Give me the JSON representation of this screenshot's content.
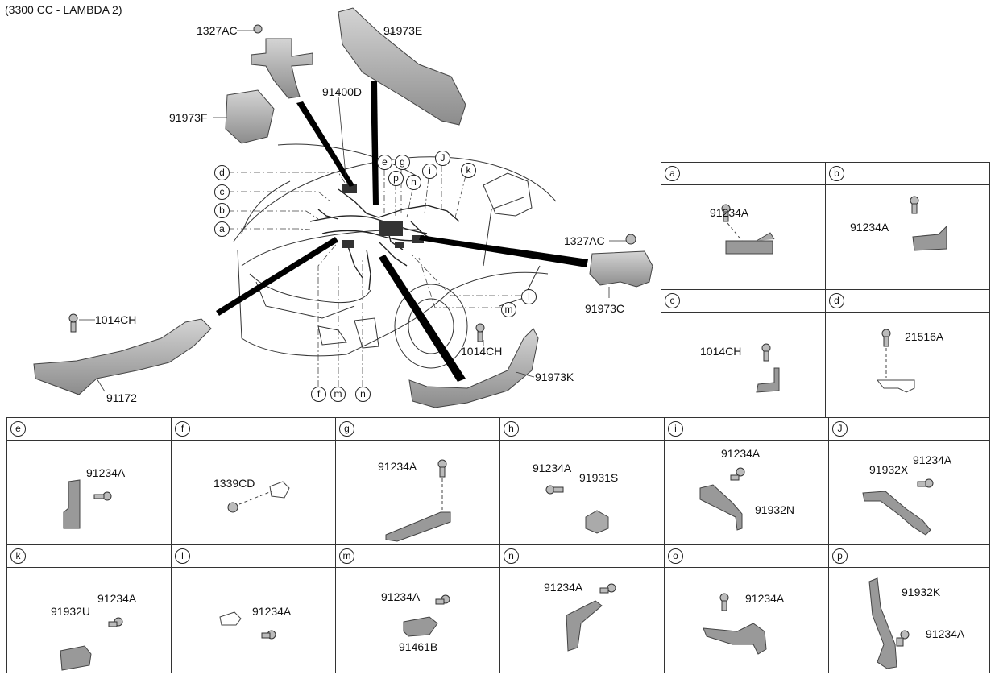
{
  "header": {
    "title": "(3300 CC - LAMBDA 2)"
  },
  "main": {
    "labels": {
      "p1327ac_top": "1327AC",
      "p91973e": "91973E",
      "p91400d": "91400D",
      "p91973f": "91973F",
      "p1327ac_right": "1327AC",
      "p91973c": "91973C",
      "p1014ch_left": "1014CH",
      "p91172": "91172",
      "p1014ch_mid": "1014CH",
      "p91973k": "91973K"
    },
    "callouts": {
      "d": "d",
      "c": "c",
      "b": "b",
      "a": "a",
      "e": "e",
      "g": "g",
      "p": "p",
      "h": "h",
      "i": "i",
      "J": "J",
      "k": "k",
      "l": "l",
      "m": "m",
      "f": "f",
      "m2": "m",
      "n": "n"
    }
  },
  "details": [
    {
      "key": "a",
      "parts": [
        "91234A"
      ]
    },
    {
      "key": "b",
      "parts": [
        "91234A"
      ]
    },
    {
      "key": "c",
      "parts": [
        "1014CH"
      ]
    },
    {
      "key": "d",
      "parts": [
        "21516A"
      ]
    },
    {
      "key": "e",
      "parts": [
        "91234A"
      ]
    },
    {
      "key": "f",
      "parts": [
        "1339CD"
      ]
    },
    {
      "key": "g",
      "parts": [
        "91234A"
      ]
    },
    {
      "key": "h",
      "parts": [
        "91234A",
        "91931S"
      ]
    },
    {
      "key": "i",
      "parts": [
        "91234A",
        "91932N"
      ]
    },
    {
      "key": "J",
      "parts": [
        "91932X",
        "91234A"
      ]
    },
    {
      "key": "k",
      "parts": [
        "91932U",
        "91234A"
      ]
    },
    {
      "key": "l",
      "parts": [
        "91234A"
      ]
    },
    {
      "key": "m",
      "parts": [
        "91234A",
        "91461B"
      ]
    },
    {
      "key": "n",
      "parts": [
        "91234A"
      ]
    },
    {
      "key": "o",
      "parts": [
        "91234A"
      ]
    },
    {
      "key": "p",
      "parts": [
        "91932K",
        "91234A"
      ]
    }
  ]
}
